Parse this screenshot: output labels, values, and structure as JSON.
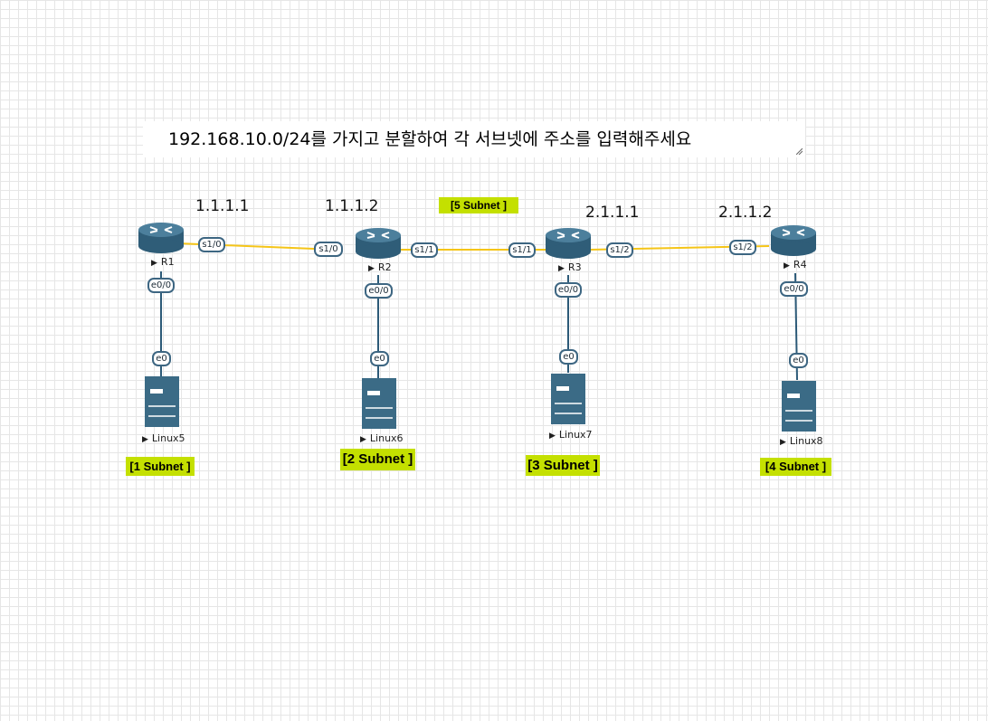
{
  "instruction": "192.168.10.0/24를 가지고 분할하여 각 서브넷에 주소를 입력해주세요",
  "ip_labels": [
    "1.1.1.1",
    "1.1.1.2",
    "2.1.1.1",
    "2.1.1.2"
  ],
  "subnets": [
    "[1 Subnet ]",
    "[2 Subnet ]",
    "[3 Subnet ]",
    "[4 Subnet ]",
    "[5 Subnet ]"
  ],
  "routers": [
    "R1",
    "R2",
    "R3",
    "R4"
  ],
  "hosts": [
    "Linux5",
    "Linux6",
    "Linux7",
    "Linux8"
  ],
  "ports": {
    "r1_s10": "s1/0",
    "r2_s10": "s1/0",
    "r2_s11": "s1/1",
    "r3_s11": "s1/1",
    "r3_s12": "s1/2",
    "r4_s12": "s1/2",
    "r1_e00": "e0/0",
    "r2_e00": "e0/0",
    "r3_e00": "e0/0",
    "r4_e00": "e0/0",
    "l5_e0": "e0",
    "l6_e0": "e0",
    "l7_e0": "e0",
    "l8_e0": "e0"
  },
  "colors": {
    "serial_link": "#f5c518",
    "ethernet_link": "#2c5a78",
    "device": "#3b6b86",
    "subnet_label_bg": "#c4e000"
  }
}
